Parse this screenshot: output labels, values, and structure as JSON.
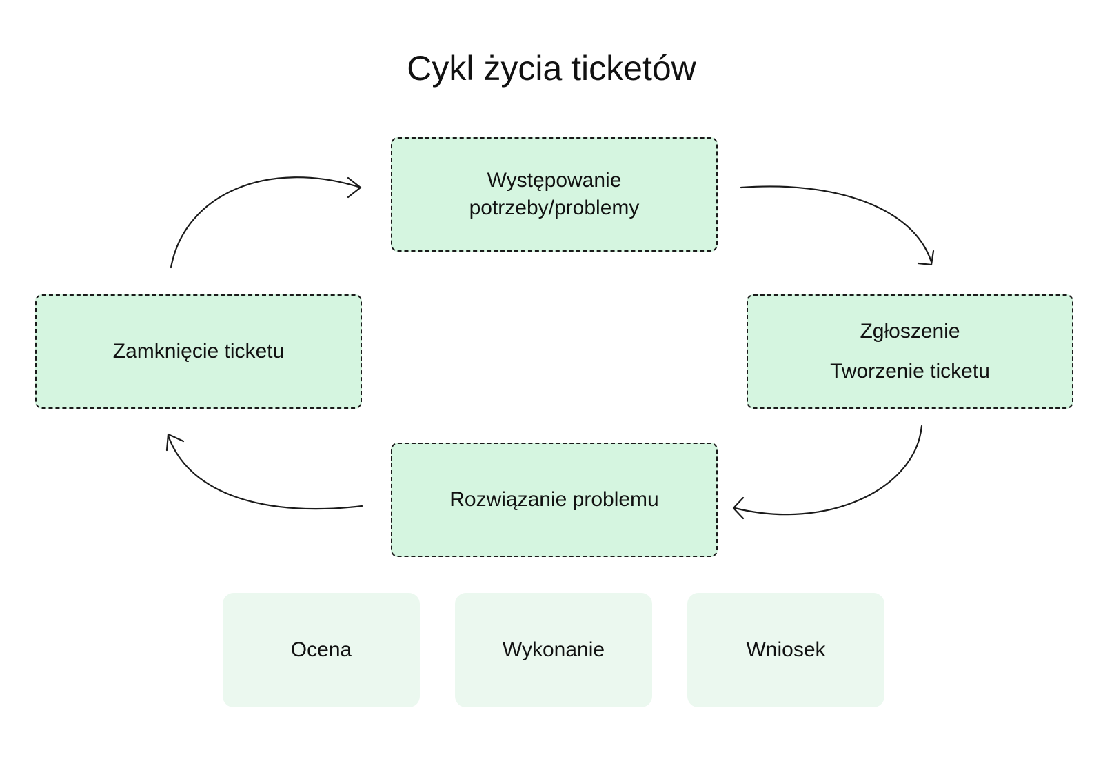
{
  "title": "Cykl życia ticketów",
  "colors": {
    "node_fill": "#d5f5e0",
    "node_border": "#1a1a1a",
    "sub_fill": "#ebf8ef",
    "arrow": "#1a1a1a"
  },
  "cycle": {
    "top": {
      "lines": [
        "Występowanie",
        "potrzeby/problemy"
      ]
    },
    "right": {
      "lines": [
        "Zgłoszenie",
        "Tworzenie ticketu"
      ]
    },
    "bottom": {
      "lines": [
        "Rozwiązanie problemu"
      ]
    },
    "left": {
      "lines": [
        "Zamknięcie ticketu"
      ]
    }
  },
  "substeps": [
    "Ocena",
    "Wykonanie",
    "Wniosek"
  ]
}
